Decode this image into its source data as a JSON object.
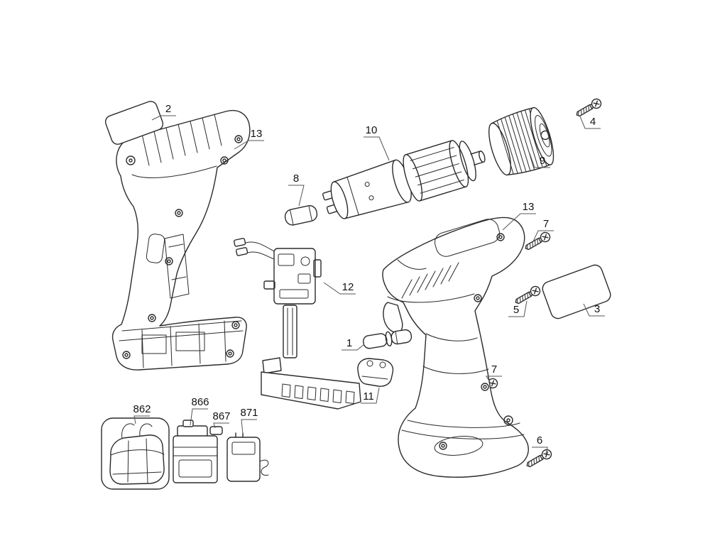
{
  "page": {
    "background_color": "#ffffff",
    "line_color": "#2b2b2b",
    "kind": "exploded parts diagram of cordless drill"
  },
  "labels": {
    "l2": "2",
    "l13_left": "13",
    "l8": "8",
    "l10": "10",
    "l4": "4",
    "l9": "9",
    "l13_right": "13",
    "l7_top": "7",
    "l3": "3",
    "l5": "5",
    "l12": "12",
    "l1": "1",
    "l11": "11",
    "l7_bottom": "7",
    "l6": "6",
    "l862": "862",
    "l866": "866",
    "l867": "867",
    "l871": "871"
  }
}
